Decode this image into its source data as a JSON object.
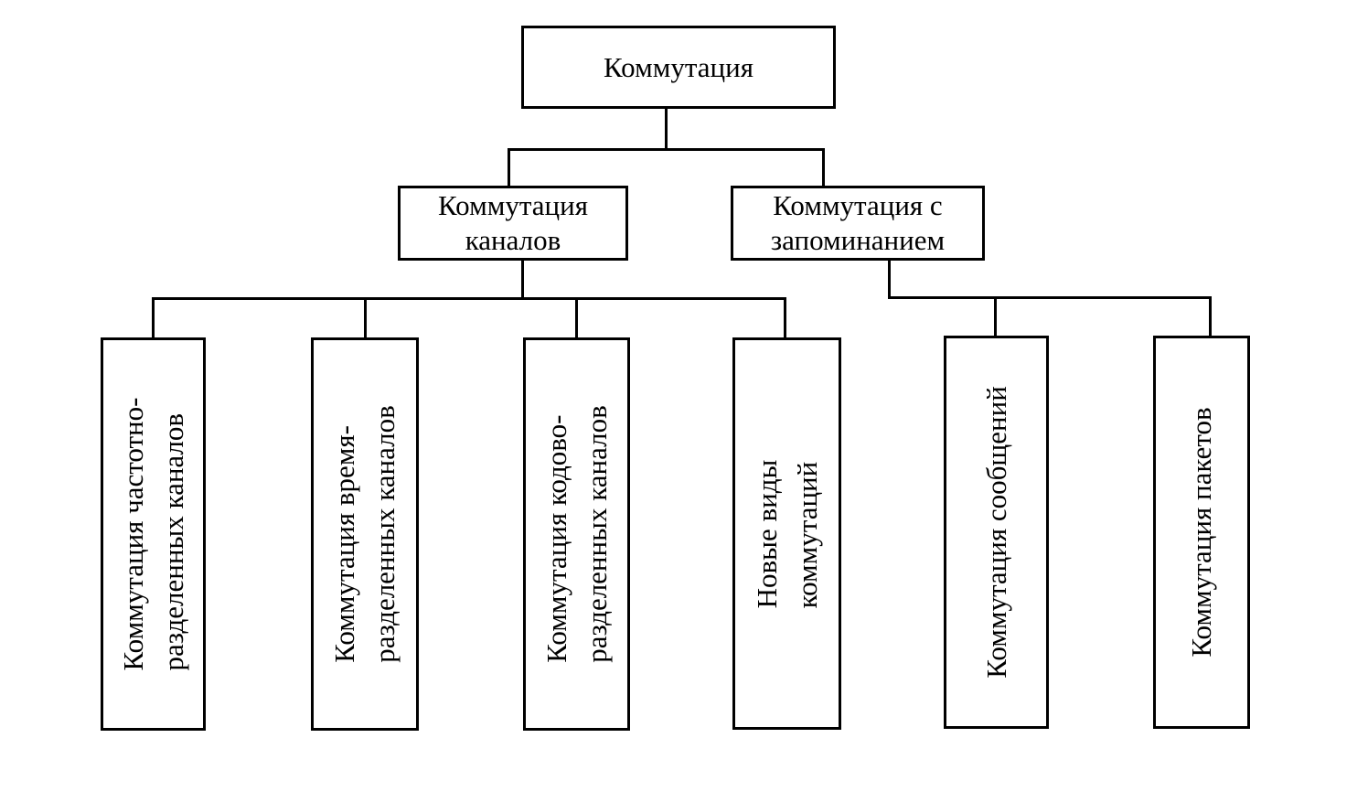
{
  "diagram": {
    "root": {
      "label": "Коммутация"
    },
    "level1": [
      {
        "line1": "Коммутация",
        "line2": "каналов"
      },
      {
        "line1": "Коммутация с",
        "line2": "запоминанием"
      }
    ],
    "level2": [
      {
        "line1": "Коммутация частотно-",
        "line2": "разделенных каналов"
      },
      {
        "line1": "Коммутация время-",
        "line2": "разделенных каналов"
      },
      {
        "line1": "Коммутация кодово-",
        "line2": "разделенных каналов"
      },
      {
        "line1": "Новые виды",
        "line2": "коммутаций"
      },
      {
        "line1": "Коммутация сообщений",
        "line2": ""
      },
      {
        "line1": "Коммутация пакетов",
        "line2": ""
      }
    ]
  }
}
